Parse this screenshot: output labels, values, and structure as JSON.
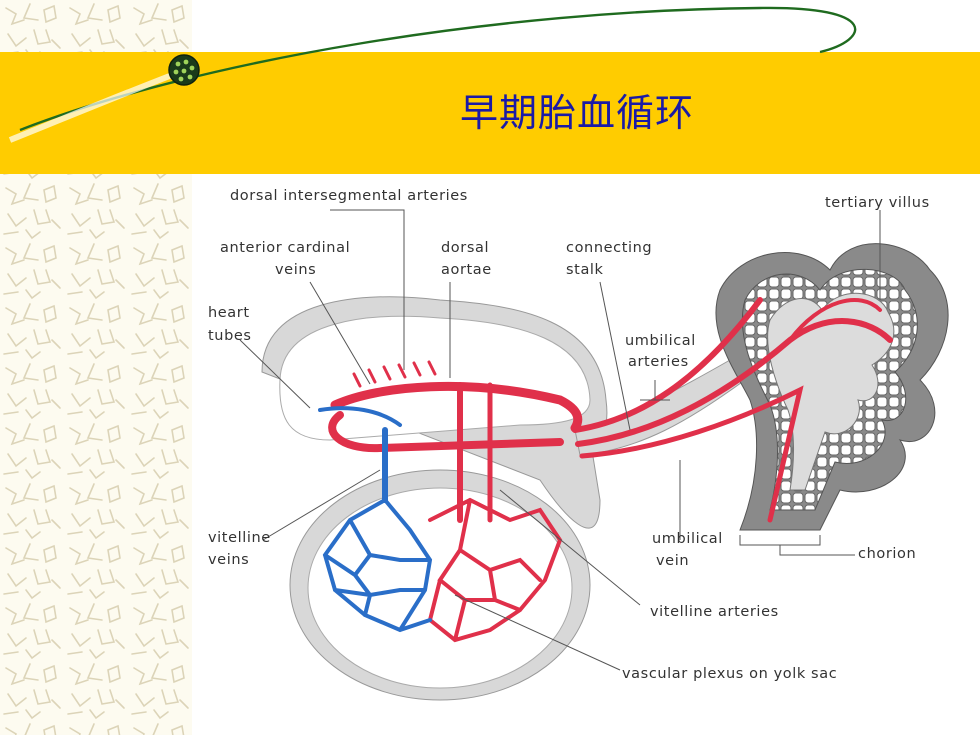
{
  "slide": {
    "title": "早期胎血循环"
  },
  "diagram": {
    "labels": {
      "dorsal_intersegmental_arteries": "dorsal intersegmental arteries",
      "tertiary_villus": "tertiary villus",
      "anterior_cardinal_veins_1": "anterior cardinal",
      "anterior_cardinal_veins_2": "veins",
      "dorsal_aortae_1": "dorsal",
      "dorsal_aortae_2": "aortae",
      "connecting_stalk_1": "connecting",
      "connecting_stalk_2": "stalk",
      "heart_tubes_1": "heart",
      "heart_tubes_2": "tubes",
      "umbilical_arteries_1": "umbilical",
      "umbilical_arteries_2": "arteries",
      "vitelline_veins_1": "vitelline",
      "vitelline_veins_2": "veins",
      "umbilical_vein_1": "umbilical",
      "umbilical_vein_2": "vein",
      "chorion": "chorion",
      "vitelline_arteries": "vitelline arteries",
      "vascular_plexus": "vascular plexus on yolk sac"
    },
    "colors": {
      "artery": "#e0304a",
      "vein": "#2a6ec8",
      "villus_dark": "#7a7a7a",
      "tissue_gray": "#d8d8d8",
      "title_band": "#ffcc00",
      "title_text": "#1a1aa6"
    }
  }
}
